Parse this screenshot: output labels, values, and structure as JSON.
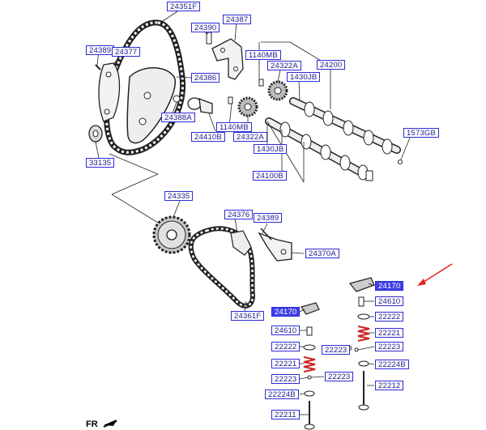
{
  "labels": {
    "l24351f": "24351F",
    "l24387": "24387",
    "l24390": "24390",
    "l24389a": "24389",
    "l24377": "24377",
    "l1140mb_a": "1140MB",
    "l24322a_a": "24322A",
    "l1430jb_a": "1430JB",
    "l24200": "24200",
    "l24386": "24386",
    "l24388a": "24388A",
    "l1140mb_b": "1140MB",
    "l24410b": "24410B",
    "l24322a_b": "24322A",
    "l1573gb": "1573GB",
    "l1430jb_b": "1430JB",
    "l33135": "33135",
    "l24100b": "24100B",
    "l24335": "24335",
    "l24376": "24376",
    "l24389b": "24389",
    "l24370a": "24370A",
    "l24361f": "24361F",
    "l24170a": "24170",
    "l24610a": "24610",
    "l22222a": "22222",
    "l22221a": "22221",
    "l22223a": "22223",
    "l22223b": "22223",
    "l22224ba": "22224B",
    "l22212": "22212",
    "l24170b": "24170",
    "l24610b": "24610",
    "l22222b": "22222",
    "l22221b": "22221",
    "l22223c": "22223",
    "l22223d": "22223",
    "l22224bb": "22224B",
    "l22211": "22211"
  },
  "highlighted": [
    "l24170a",
    "l24170b"
  ],
  "arrow_color": "#e8231f",
  "label_color": "#2b2bd6",
  "front_marker": "FR"
}
